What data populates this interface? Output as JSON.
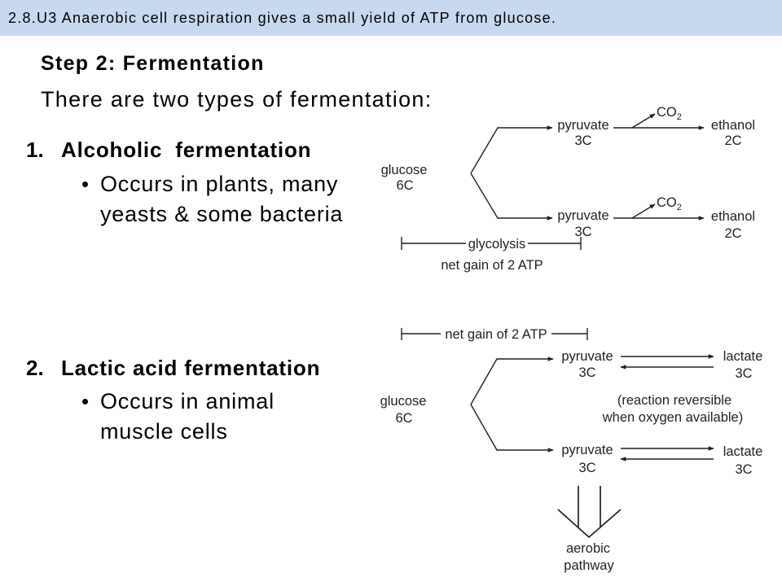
{
  "header": {
    "text": "2.8.U3 Anaerobic cell respiration gives a small yield of ATP from glucose."
  },
  "slide": {
    "title": "Step 2: Fermentation",
    "intro": "There are two types of fermentation:",
    "sections": [
      {
        "number": "1.",
        "heading": "Alcoholic  fermentation",
        "bullet": "•",
        "lines": [
          "Occurs in plants, many",
          "yeasts & some bacteria"
        ]
      },
      {
        "number": "2.",
        "heading": "Lactic acid fermentation",
        "bullet": "•",
        "lines": [
          "Occurs in animal",
          "muscle cells"
        ]
      }
    ]
  },
  "alcoholic_diagram": {
    "substrate": {
      "label": "glucose",
      "carbons": "6C"
    },
    "branches": [
      {
        "intermediate": {
          "label": "pyruvate",
          "carbons": "3C"
        },
        "byproduct": {
          "formula": "CO",
          "subscript": "2"
        },
        "product": {
          "label": "ethanol",
          "carbons": "2C"
        }
      },
      {
        "intermediate": {
          "label": "pyruvate",
          "carbons": "3C"
        },
        "byproduct": {
          "formula": "CO",
          "subscript": "2"
        },
        "product": {
          "label": "ethanol",
          "carbons": "2C"
        }
      }
    ],
    "bracket_label": "glycolysis",
    "yield_label": "net gain of 2 ATP"
  },
  "lactic_diagram": {
    "yield_label": "net gain of 2 ATP",
    "substrate": {
      "label": "glucose",
      "carbons": "6C"
    },
    "branches": [
      {
        "intermediate": {
          "label": "pyruvate",
          "carbons": "3C"
        },
        "product": {
          "label": "lactate",
          "carbons": "3C"
        }
      },
      {
        "intermediate": {
          "label": "pyruvate",
          "carbons": "3C"
        },
        "product": {
          "label": "lactate",
          "carbons": "3C"
        }
      }
    ],
    "note_lines": [
      "(reaction reversible",
      "when oxygen available)"
    ],
    "outcome_lines": [
      "aerobic",
      "pathway"
    ]
  },
  "colors": {
    "header_bg": "#c6d9f0",
    "text": "#000000",
    "diagram_ink": "#231f20"
  }
}
